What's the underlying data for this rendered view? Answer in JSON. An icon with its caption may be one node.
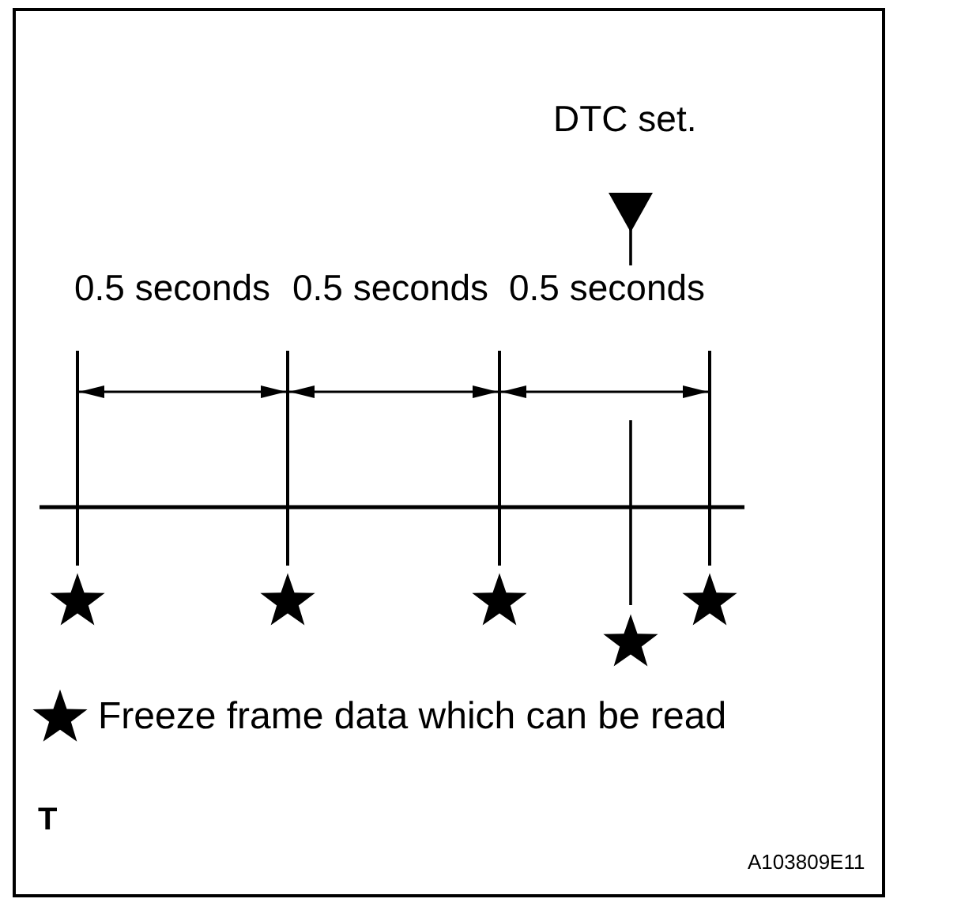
{
  "diagram": {
    "labels": [
      "DTC set.",
      "0.5 seconds",
      "0.5 seconds",
      "0.5 seconds",
      "T",
      "A103809E11"
    ],
    "legend": [
      {
        "text": "Freeze frame data which can be read"
      }
    ]
  }
}
